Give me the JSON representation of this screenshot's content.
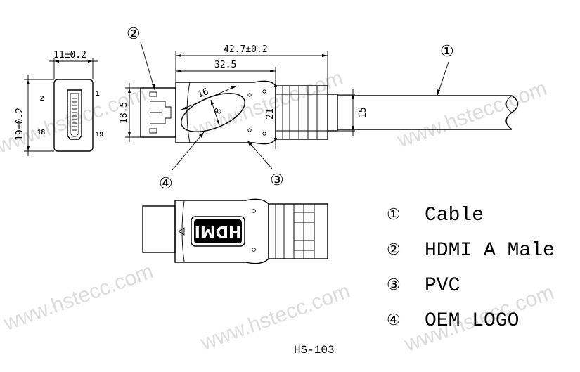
{
  "watermark": "www.hstecc.com",
  "dimensions": {
    "front_width": "11±0.2",
    "front_height": "19±0.2",
    "pin_top_left": "2",
    "pin_top_right": "1",
    "pin_bottom_left": "18",
    "pin_bottom_right": "19",
    "total_length": "42.7±0.2",
    "body_length": "32.5",
    "plug_height": "18.5",
    "body_height": "21",
    "cable_diameter": "15",
    "logo_length": "16",
    "logo_width": "8"
  },
  "logo_text": "HDMI",
  "callouts": {
    "c1": "①",
    "c2": "②",
    "c3": "③",
    "c4": "④"
  },
  "legend": [
    {
      "num": "①",
      "label": "Cable"
    },
    {
      "num": "②",
      "label": "HDMI A Male"
    },
    {
      "num": "③",
      "label": "PVC"
    },
    {
      "num": "④",
      "label": "OEM LOGO"
    }
  ],
  "model": "HS-103"
}
